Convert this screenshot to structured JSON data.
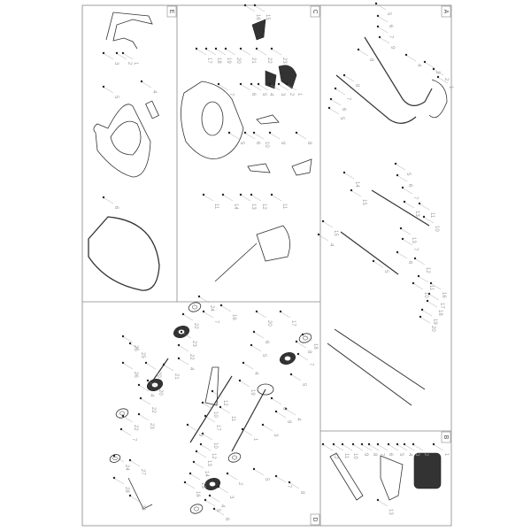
{
  "sections": {
    "E": {
      "letter": "E",
      "callouts": [
        "3",
        "2",
        "1",
        "5",
        "4",
        "6"
      ]
    },
    "C": {
      "letter": "C",
      "callouts": [
        "16",
        "15",
        "17",
        "18",
        "19",
        "20",
        "21",
        "22",
        "23",
        "7",
        "6",
        "5",
        "4",
        "3",
        "2",
        "1",
        "5",
        "6",
        "10",
        "9",
        "8",
        "11",
        "14",
        "13",
        "12",
        "11"
      ]
    },
    "A": {
      "letter": "A",
      "callouts": [
        "5",
        "6",
        "7",
        "9",
        "8",
        "4",
        "3",
        "2",
        "1",
        "8",
        "7",
        "6",
        "5",
        "5",
        "6",
        "14",
        "7",
        "15",
        "13",
        "11",
        "10",
        "15",
        "13",
        "4",
        "7",
        "6",
        "5",
        "12",
        "11",
        "10"
      ]
    },
    "D": {
      "letter": "D",
      "callouts": [
        "24",
        "7",
        "22",
        "23",
        "22",
        "4",
        "26",
        "25",
        "20",
        "21",
        "20",
        "26",
        "4",
        "22",
        "23",
        "22",
        "7",
        "24",
        "27",
        "28",
        "29",
        "16",
        "20",
        "6",
        "5",
        "4",
        "19",
        "12",
        "11",
        "10",
        "9",
        "17",
        "10",
        "12",
        "13",
        "14",
        "15",
        "16",
        "17",
        "18",
        "8",
        "7",
        "5",
        "6",
        "9",
        "4",
        "3",
        "1",
        "2",
        "3",
        "4",
        "5",
        "6",
        "5",
        "7",
        "8"
      ]
    },
    "B": {
      "letter": "B",
      "callouts": [
        "16",
        "17",
        "18",
        "19",
        "20",
        "1",
        "2",
        "3",
        "4",
        "5",
        "6",
        "7",
        "8",
        "9",
        "10",
        "11",
        "12",
        "13"
      ]
    }
  },
  "colors": {
    "line": "#333333",
    "label": "#9a9a9a",
    "frame": "#888888"
  }
}
